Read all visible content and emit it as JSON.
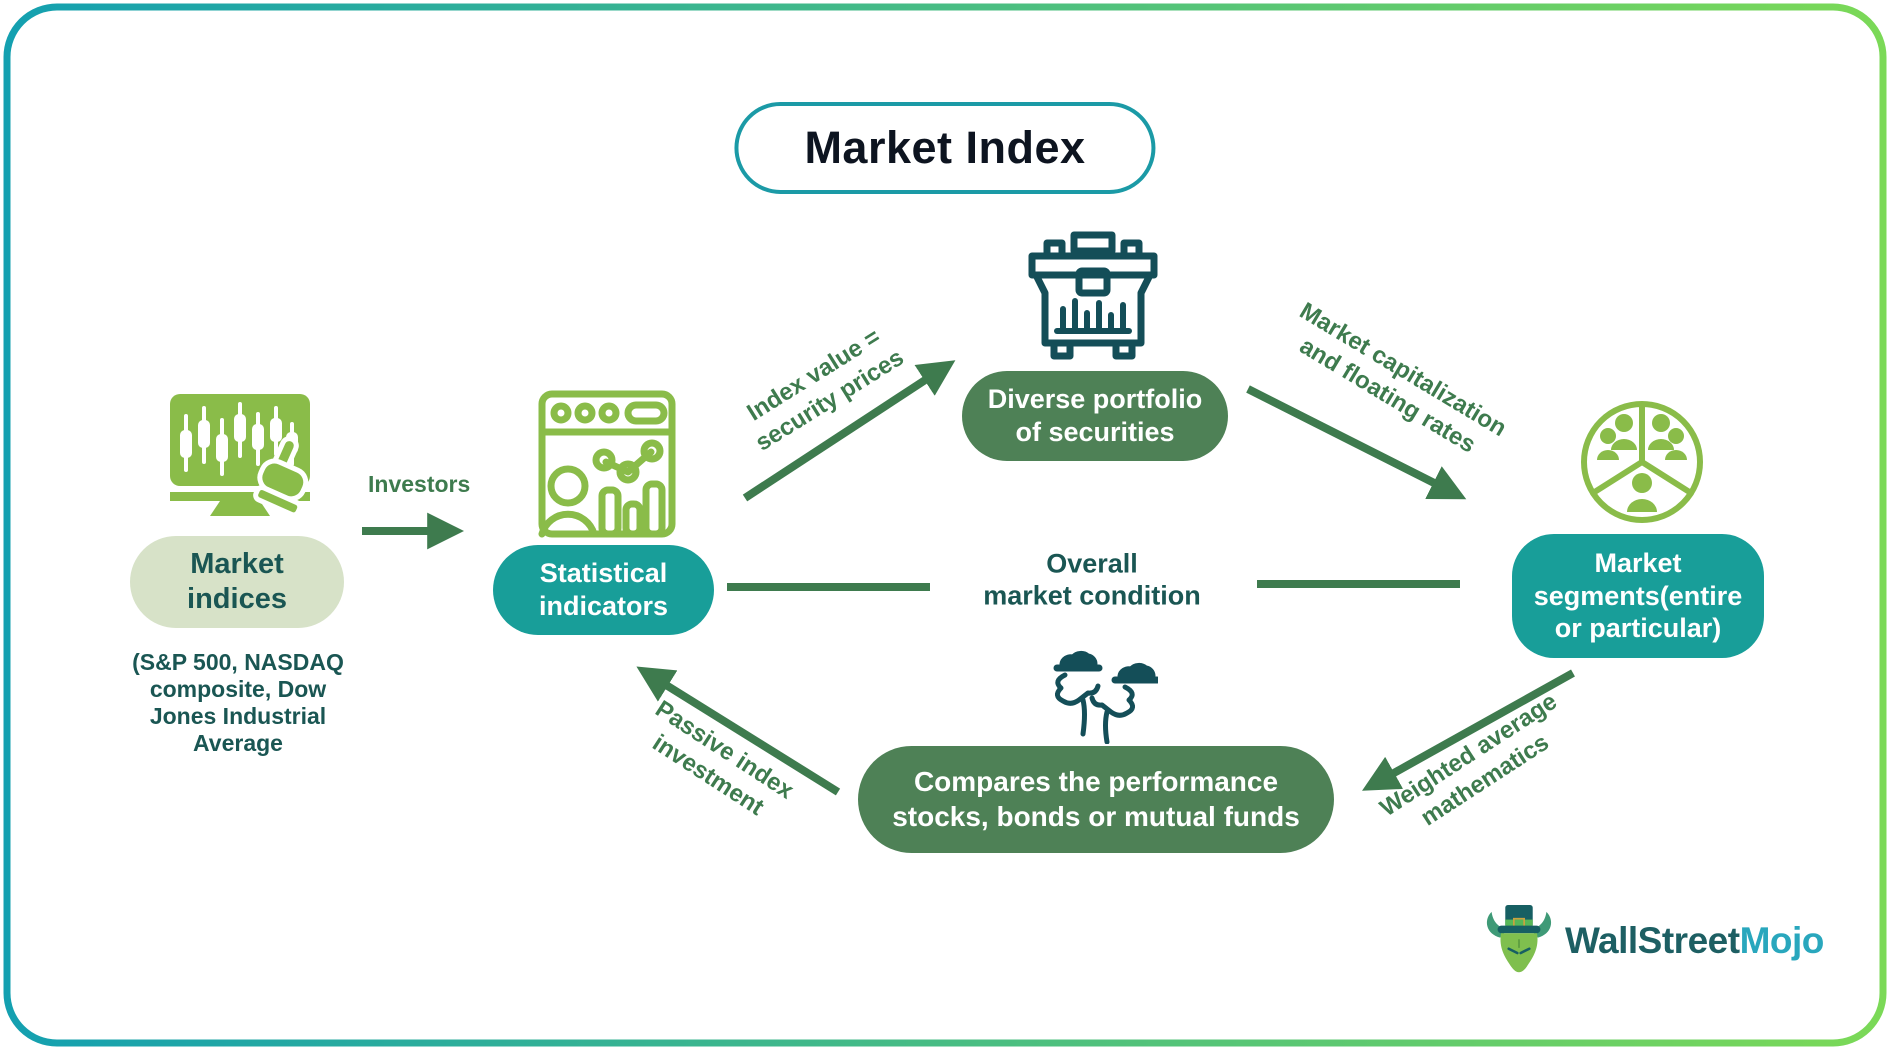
{
  "title": "Market Index",
  "nodes": {
    "market_indices": {
      "label": "Market\nindices",
      "subtitle": "(S&P 500, NASDAQ\ncomposite, Dow\nJones Industrial\nAverage",
      "icon": "monitor-candlestick-hand-icon"
    },
    "statistical_indicators": {
      "label": "Statistical\nindicators",
      "icon": "browser-stats-icon"
    },
    "diverse_portfolio": {
      "label": "Diverse portfolio\nof securities",
      "icon": "briefcase-chart-icon"
    },
    "market_segments": {
      "label": "Market\nsegments(entire\nor particular)",
      "icon": "people-pie-icon"
    },
    "compares_performance": {
      "label": "Compares the performance\nstocks, bonds or mutual funds",
      "icon": "hands-holding-icon"
    },
    "overall_market_condition": {
      "label": "Overall\nmarket condition"
    }
  },
  "arrows": {
    "investors": {
      "label": "Investors"
    },
    "index_value": {
      "label": "Index value =\nsecurity prices"
    },
    "market_capitalization": {
      "label": "Market capitalization\nand floating rates"
    },
    "weighted_average": {
      "label": "Weighted average\nmathematics"
    },
    "passive_index": {
      "label": "Passive index\ninvestment"
    }
  },
  "logo": {
    "part1": "WallStreet",
    "part2": "Mojo",
    "icon": "bull-tophat-icon"
  },
  "colors": {
    "teal_pill": "#189e99",
    "green_box": "#4e8156",
    "light_green_pill": "#d7e2c8",
    "dark_teal_text": "#1a5653",
    "arrow_green": "#3e7b4e",
    "icon_green": "#8abc49",
    "icon_dark_teal": "#144e58",
    "title_text": "#0d1420",
    "title_border": "#1b9aa6",
    "border_gradient_left": "#14a0b0",
    "border_gradient_right": "#7bd957",
    "logo_dark": "#1d5f63",
    "logo_cyan": "#29a7bd"
  }
}
